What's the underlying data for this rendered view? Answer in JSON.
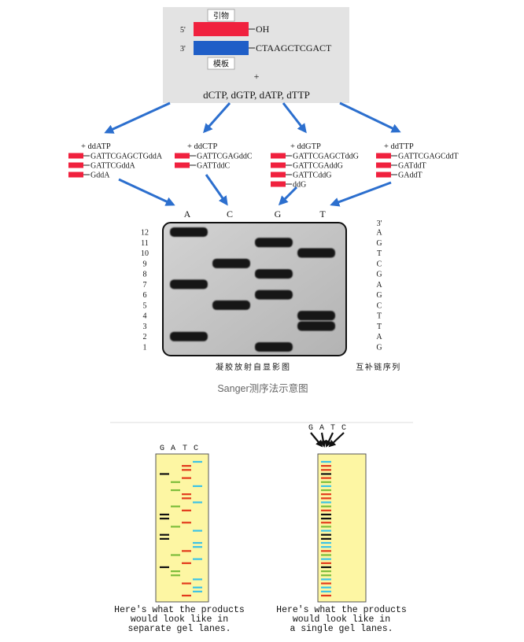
{
  "reaction": {
    "primer_label": "引物",
    "template_label": "模板",
    "primer_end": "5'",
    "template_end": "3'",
    "primer_3prime": "OH",
    "template_sequence": "CTAAGCTCGACT",
    "plus": "+",
    "dntps": "dCTP, dGTP, dATP, dTTP",
    "primer_color": "#f0213e",
    "template_color": "#1f5ec7",
    "arrow_color": "#2c6fce"
  },
  "reactions": [
    {
      "label": "+ ddATP",
      "products": [
        "GATTCGAGCTGddA",
        "GATTCGddA",
        "GddA"
      ]
    },
    {
      "label": "+ ddCTP",
      "products": [
        "GATTCGAGddC",
        "GATTddC"
      ]
    },
    {
      "label": "+ ddGTP",
      "products": [
        "GATTCGAGCTddG",
        "GATTCGAddG",
        "GATTCddG",
        "ddG"
      ]
    },
    {
      "label": "+ ddTTP",
      "products": [
        "GATTCGAGCddT",
        "GATddT",
        "GAddT"
      ]
    }
  ],
  "gel": {
    "lanes": [
      {
        "label": "A",
        "bands": [
          12,
          7,
          2
        ]
      },
      {
        "label": "C",
        "bands": [
          9,
          5
        ]
      },
      {
        "label": "G",
        "bands": [
          11,
          8,
          6,
          1
        ]
      },
      {
        "label": "T",
        "bands": [
          10,
          4,
          3
        ]
      }
    ],
    "positions": [
      12,
      11,
      10,
      9,
      8,
      7,
      6,
      5,
      4,
      3,
      2,
      1
    ],
    "complement_end": "3'",
    "complement": [
      "A",
      "G",
      "T",
      "C",
      "G",
      "A",
      "G",
      "C",
      "T",
      "T",
      "A",
      "G"
    ],
    "caption": "凝胶放射自显影图",
    "complement_caption": "互补链序列",
    "band_color": "#141414"
  },
  "figure_caption": "Sanger测序法示意图",
  "bottom": {
    "lanes": [
      {
        "label": "G",
        "color": "#111111",
        "bands": [
          4,
          14,
          15,
          19,
          20,
          27
        ]
      },
      {
        "label": "A",
        "color": "#7dbd3b",
        "bands": [
          6,
          8,
          12,
          17,
          24,
          28,
          29
        ]
      },
      {
        "label": "T",
        "color": "#e23a1c",
        "bands": [
          2,
          3,
          5,
          9,
          10,
          13,
          16,
          23,
          26,
          31,
          34
        ]
      },
      {
        "label": "C",
        "color": "#3cc3e6",
        "bands": [
          1,
          7,
          11,
          18,
          21,
          22,
          25,
          30,
          32,
          33
        ]
      }
    ],
    "gel_color": "#fdf6a3",
    "separate_caption": [
      "Here's what the products",
      "would look like in",
      "separate gel lanes."
    ],
    "single_caption": [
      "Here's what the products",
      "would look like in",
      "a single gel lanes."
    ]
  }
}
